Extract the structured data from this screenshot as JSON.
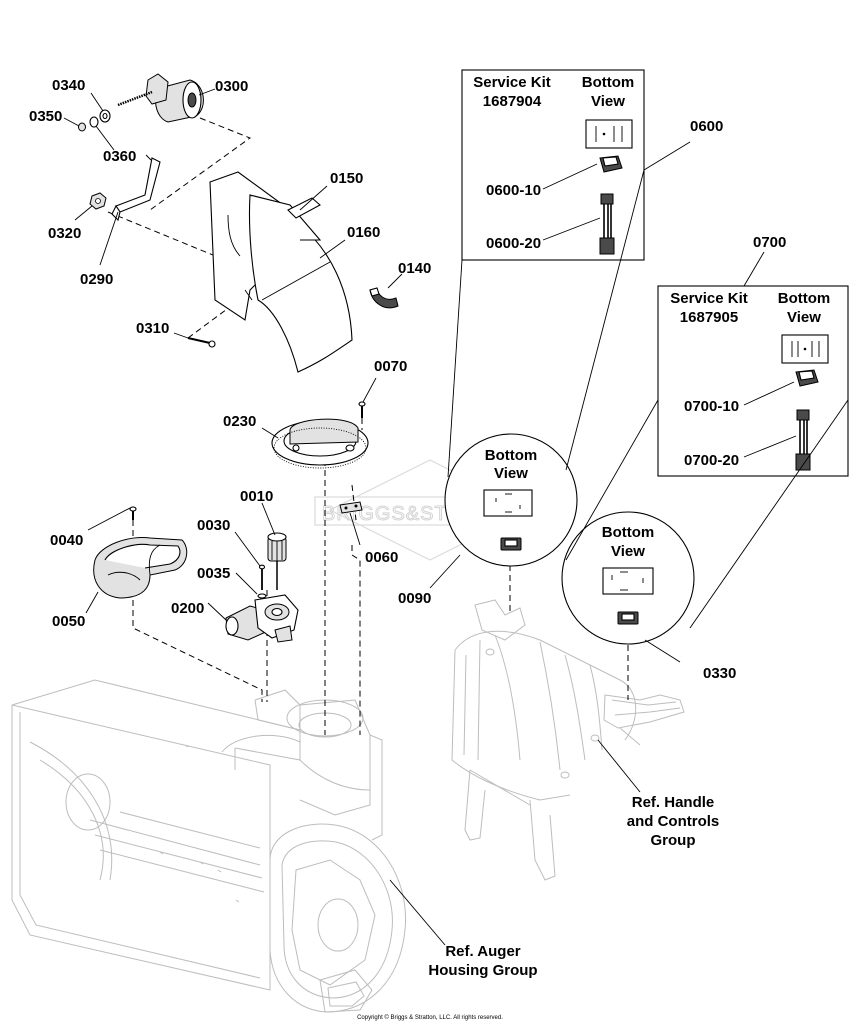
{
  "labels": {
    "p0340": "0340",
    "p0350": "0350",
    "p0360": "0360",
    "p0300": "0300",
    "p0320": "0320",
    "p0290": "0290",
    "p0150": "0150",
    "p0160": "0160",
    "p0140": "0140",
    "p0310": "0310",
    "p0070": "0070",
    "p0230": "0230",
    "p0010": "0010",
    "p0030": "0030",
    "p0035": "0035",
    "p0040": "0040",
    "p0050": "0050",
    "p0200": "0200",
    "p0060": "0060",
    "p0090": "0090",
    "p0330": "0330",
    "p0600": "0600",
    "p0700": "0700",
    "p0600_10": "0600-10",
    "p0600_20": "0600-20",
    "p0700_10": "0700-10",
    "p0700_20": "0700-20"
  },
  "kits": {
    "kit1": {
      "title_line1": "Service Kit",
      "title_line2": "1687904",
      "view_line1": "Bottom",
      "view_line2": "View"
    },
    "kit2": {
      "title_line1": "Service Kit",
      "title_line2": "1687905",
      "view_line1": "Bottom",
      "view_line2": "View"
    }
  },
  "callouts": {
    "c0090": {
      "line1": "Bottom",
      "line2": "View"
    },
    "c0330": {
      "line1": "Bottom",
      "line2": "View"
    }
  },
  "refs": {
    "handle": {
      "line1": "Ref. Handle",
      "line2": "and Controls",
      "line3": "Group"
    },
    "auger": {
      "line1": "Ref. Auger",
      "line2": "Housing Group"
    }
  },
  "watermark": "BRIGGS&STRATTON",
  "copyright": "Copyright © Briggs & Stratton, LLC. All rights reserved."
}
